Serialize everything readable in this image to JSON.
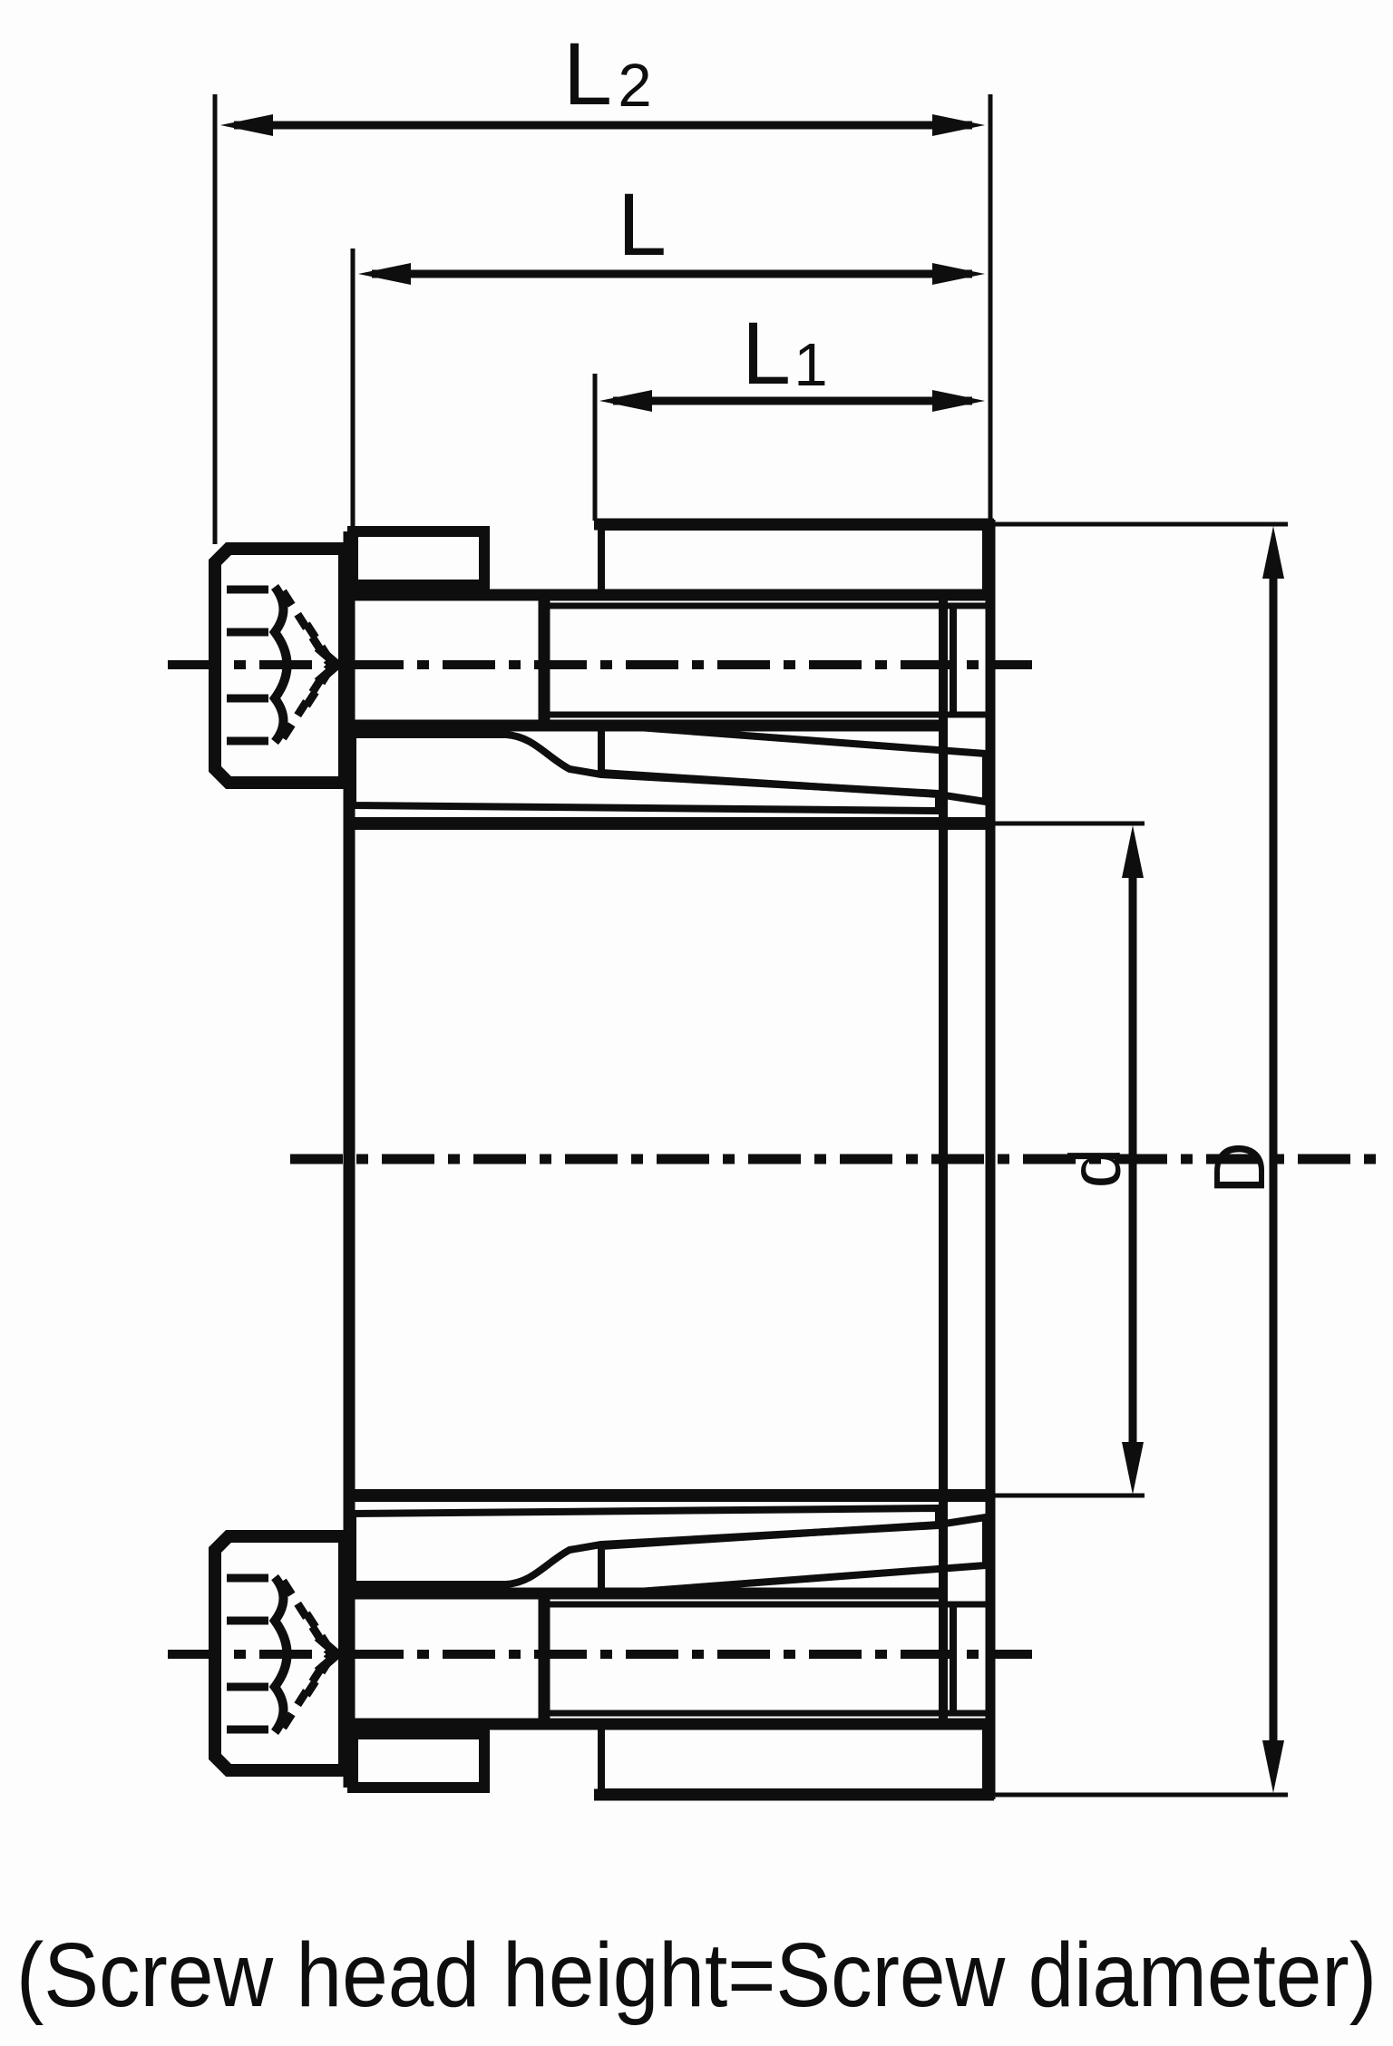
{
  "drawing": {
    "caption": "(Screw head height=Screw diameter)",
    "labels": {
      "l2_main": "L",
      "l2_sub": "2",
      "l_main": "L",
      "l1_main": "L",
      "l1_sub": "1",
      "bore_diameter": "d",
      "outer_diameter": "D"
    },
    "colors": {
      "outer_ring_blue": "#2f99e5",
      "inner_ring_tan": "#d6d28c",
      "line_black": "#0e0e0e",
      "background": "#fdfdfd"
    }
  }
}
